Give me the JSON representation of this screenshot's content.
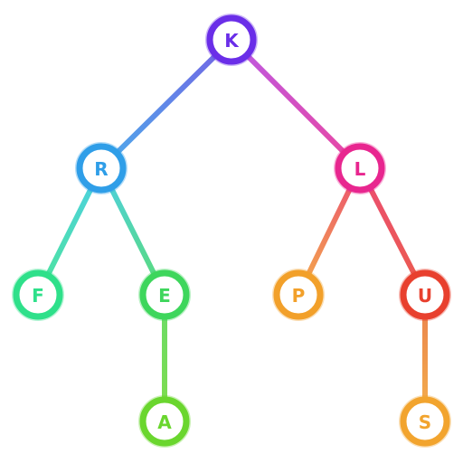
{
  "tree": {
    "nodes": [
      {
        "id": "K",
        "label": "K",
        "color": "#6a2ee8"
      },
      {
        "id": "R",
        "label": "R",
        "color": "#2f9ee8"
      },
      {
        "id": "L",
        "label": "L",
        "color": "#e8268f"
      },
      {
        "id": "F",
        "label": "F",
        "color": "#2ee08a"
      },
      {
        "id": "E",
        "label": "E",
        "color": "#3ed65c"
      },
      {
        "id": "P",
        "label": "P",
        "color": "#f2a02a"
      },
      {
        "id": "U",
        "label": "U",
        "color": "#e8402e"
      },
      {
        "id": "A",
        "label": "A",
        "color": "#6ad62e"
      },
      {
        "id": "S",
        "label": "S",
        "color": "#f2a42e"
      }
    ],
    "edges": [
      {
        "from": "K",
        "to": "R",
        "color_from": "#5c48e0",
        "color_to": "#2f9ee8"
      },
      {
        "from": "K",
        "to": "L",
        "color_from": "#b03ee0",
        "color_to": "#e8268f"
      },
      {
        "from": "R",
        "to": "F",
        "color_from": "#2fc8e0",
        "color_to": "#2ee08a"
      },
      {
        "from": "R",
        "to": "E",
        "color_from": "#2fc8e0",
        "color_to": "#3ed65c"
      },
      {
        "from": "L",
        "to": "P",
        "color_from": "#e8305a",
        "color_to": "#f2a02a"
      },
      {
        "from": "L",
        "to": "U",
        "color_from": "#e8305a",
        "color_to": "#e8402e"
      },
      {
        "from": "E",
        "to": "A",
        "color_from": "#50d650",
        "color_to": "#6ad62e"
      },
      {
        "from": "U",
        "to": "S",
        "color_from": "#e86a2e",
        "color_to": "#f2a42e"
      }
    ]
  }
}
